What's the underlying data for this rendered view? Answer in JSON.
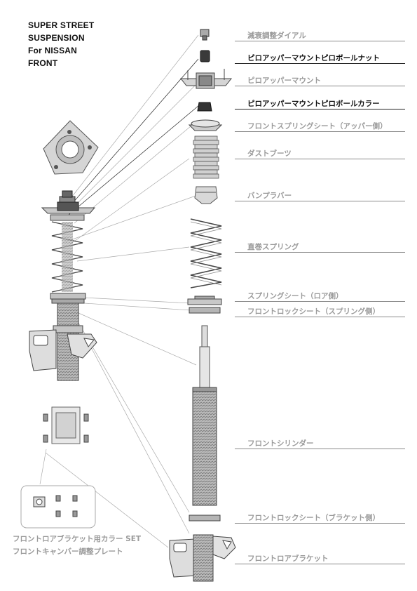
{
  "title": {
    "line1": "SUPER STREET",
    "line2": "SUSPENSION",
    "line3": "For NISSAN",
    "line4": "FRONT"
  },
  "parts": [
    {
      "label": "減衰調整ダイアル",
      "style": "grey"
    },
    {
      "label": "ピロアッパーマウントピロボールナット",
      "style": "dark"
    },
    {
      "label": "ピロアッパーマウント",
      "style": "grey"
    },
    {
      "label": "ピロアッパーマウントピロボールカラー",
      "style": "dark"
    },
    {
      "label": "フロントスプリングシート（アッパー側）",
      "style": "grey"
    },
    {
      "label": "ダストブーツ",
      "style": "grey"
    },
    {
      "label": "バンプラバー",
      "style": "grey"
    },
    {
      "label": "直巻スプリング",
      "style": "grey"
    },
    {
      "label": "スプリングシート（ロア側）",
      "style": "grey"
    },
    {
      "label": "フロントロックシート（スプリング側）",
      "style": "grey"
    },
    {
      "label": "フロントシリンダー",
      "style": "grey"
    },
    {
      "label": "フロントロックシート（ブラケット側）",
      "style": "grey"
    },
    {
      "label": "フロントロアブラケット",
      "style": "grey"
    }
  ],
  "footer": {
    "line1": "フロントロアブラケット用カラー SET",
    "line2": "フロントキャンバー調整プレート"
  },
  "colors": {
    "line_grey": "#8a8a8a",
    "line_dark": "#222222",
    "part_fill": "#c8c8c8",
    "part_dark": "#3a3a3a",
    "label_grey": "#9a9a9a",
    "label_dark": "#111111"
  }
}
